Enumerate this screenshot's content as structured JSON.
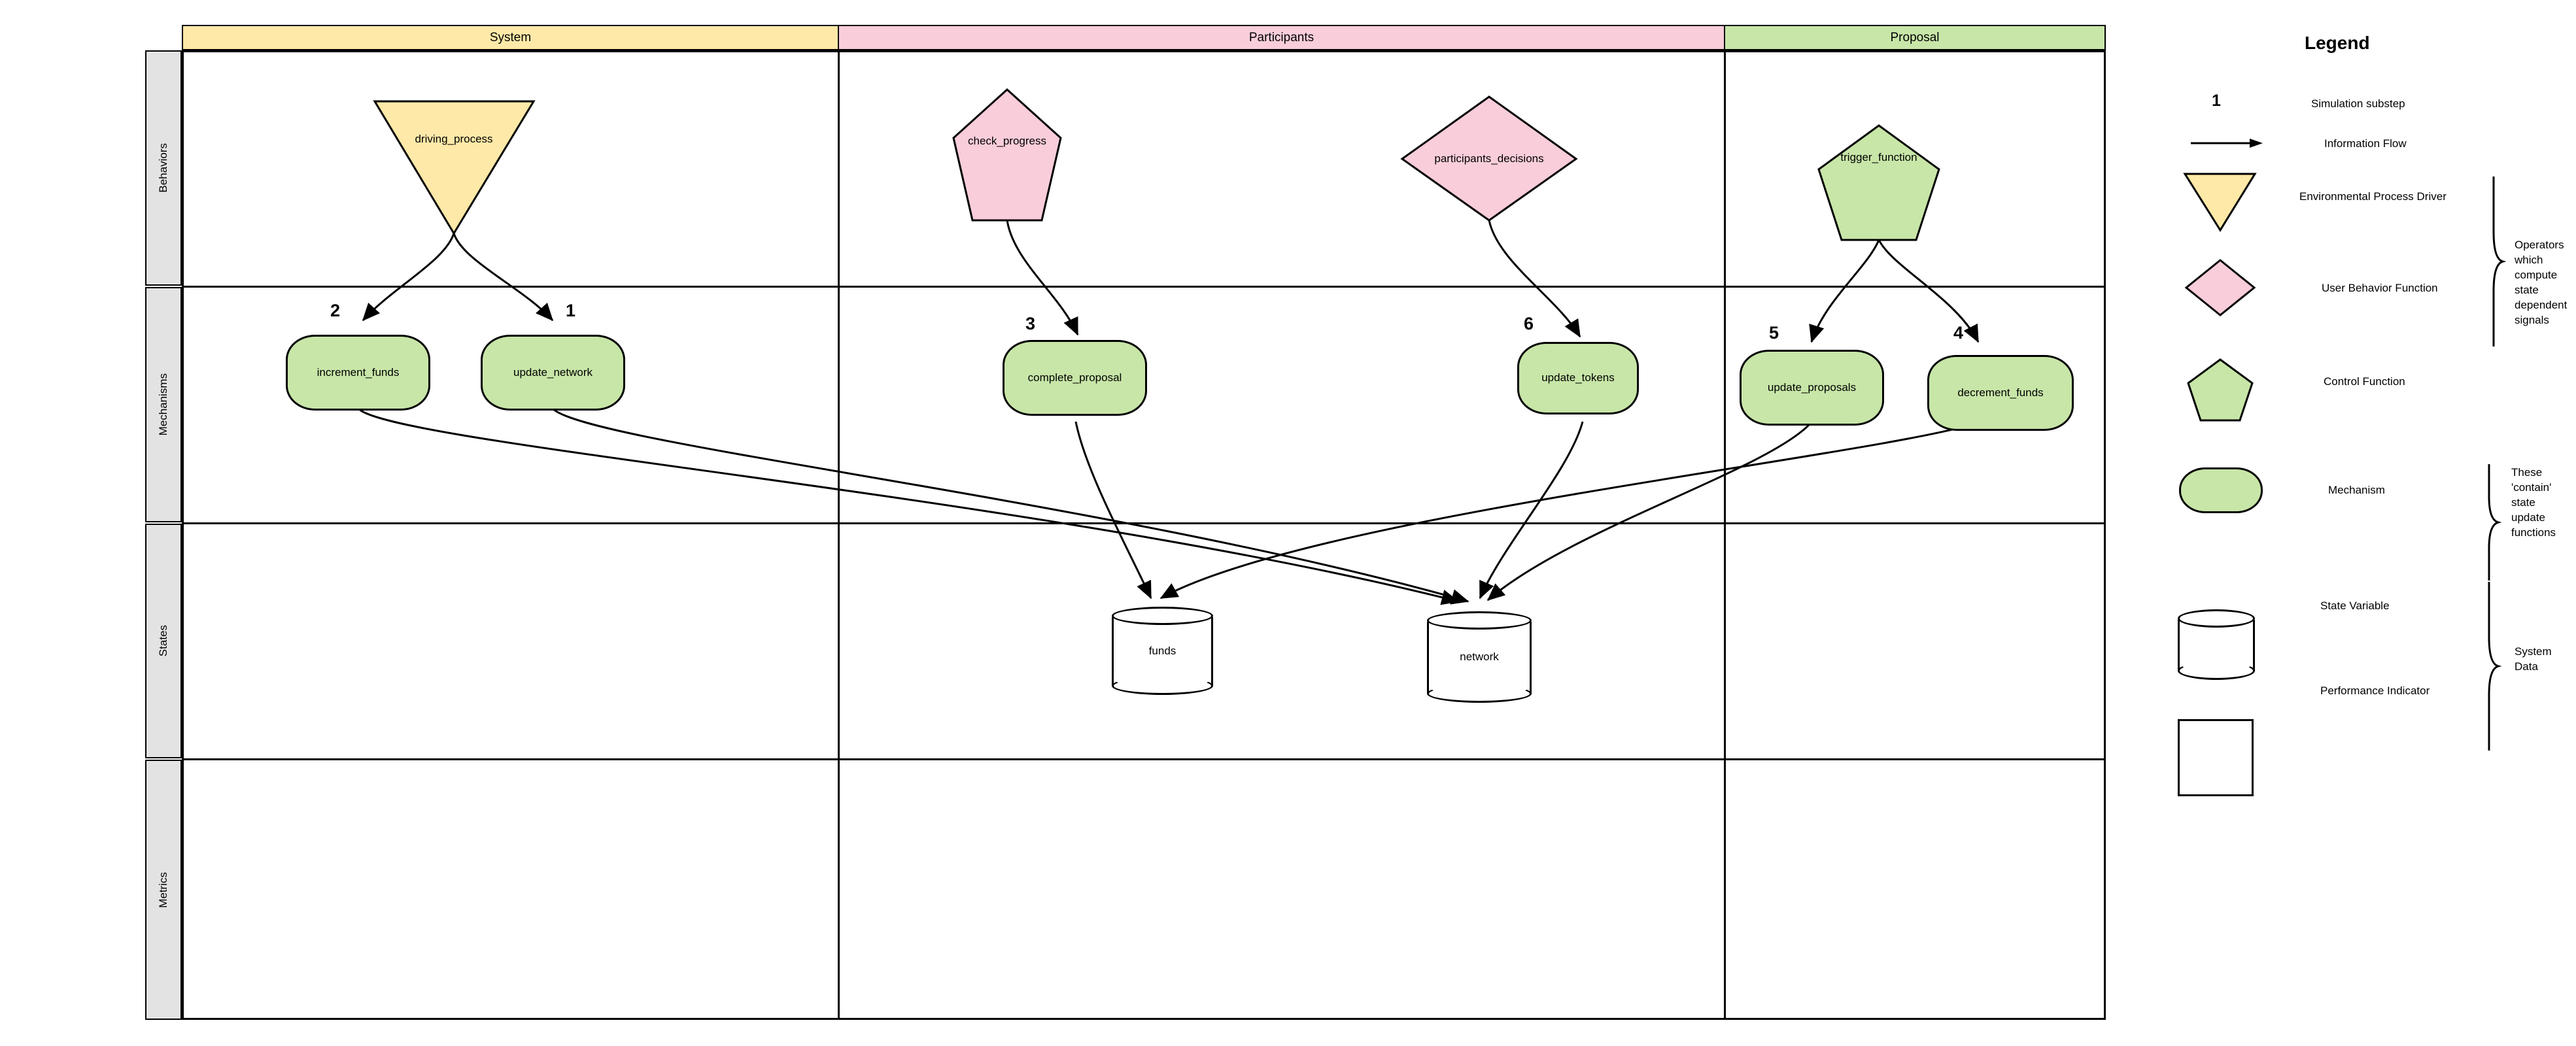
{
  "diagram": {
    "columns": [
      {
        "id": "system",
        "label": "System",
        "color": "#ffe9a8"
      },
      {
        "id": "participants",
        "label": "Participants",
        "color": "#f9cdda"
      },
      {
        "id": "proposal",
        "label": "Proposal",
        "color": "#c8e6a8"
      }
    ],
    "rows": [
      {
        "id": "behaviors",
        "label": "Behaviors"
      },
      {
        "id": "mechanisms",
        "label": "Mechanisms"
      },
      {
        "id": "states",
        "label": "States"
      },
      {
        "id": "metrics",
        "label": "Metrics"
      }
    ],
    "behaviors": [
      {
        "id": "driving-process",
        "label": "driving_process",
        "shape": "triangle-down",
        "color": "#ffe9a8",
        "column": "system"
      },
      {
        "id": "check-progress",
        "label": "check_progress",
        "shape": "pentagon-down",
        "color": "#f9cdda",
        "column": "participants"
      },
      {
        "id": "participants-decisions",
        "label": "participants_decisions",
        "shape": "diamond",
        "color": "#f9cdda",
        "column": "participants"
      },
      {
        "id": "trigger-function",
        "label": "trigger_function",
        "shape": "pentagon",
        "color": "#c8e6a8",
        "column": "proposal"
      }
    ],
    "mechanisms": [
      {
        "id": "increment-funds",
        "label": "increment_funds",
        "step": "2",
        "column": "system"
      },
      {
        "id": "update-network",
        "label": "update_network",
        "step": "1",
        "column": "system"
      },
      {
        "id": "complete-proposal",
        "label": "complete_proposal",
        "step": "3",
        "column": "participants"
      },
      {
        "id": "update-tokens",
        "label": "update_tokens",
        "step": "6",
        "column": "participants"
      },
      {
        "id": "update-proposals",
        "label": "update_proposals",
        "step": "5",
        "column": "proposal"
      },
      {
        "id": "decrement-funds",
        "label": "decrement_funds",
        "step": "4",
        "column": "proposal"
      }
    ],
    "states": [
      {
        "id": "funds",
        "label": "funds",
        "shape": "cylinder"
      },
      {
        "id": "network",
        "label": "network",
        "shape": "cylinder"
      }
    ],
    "metrics": []
  },
  "legend": {
    "title": "Legend",
    "substep_symbol": "1",
    "items": [
      {
        "id": "simulation-substep",
        "label": "Simulation substep",
        "symbol": "number"
      },
      {
        "id": "information-flow",
        "label": "Information Flow",
        "symbol": "arrow"
      },
      {
        "id": "environmental-process-driver",
        "label": "Environmental Process Driver",
        "symbol": "triangle-down",
        "color": "#ffe9a8"
      },
      {
        "id": "user-behavior-function",
        "label": "User Behavior Function",
        "symbol": "diamond",
        "color": "#f9cdda"
      },
      {
        "id": "control-function",
        "label": "Control Function",
        "symbol": "pentagon",
        "color": "#c8e6a8"
      },
      {
        "id": "mechanism",
        "label": "Mechanism",
        "symbol": "mechanism",
        "color": "#c8e6a8"
      },
      {
        "id": "state-variable",
        "label": "State Variable",
        "symbol": "cylinder"
      },
      {
        "id": "performance-indicator",
        "label": "Performance Indicator",
        "symbol": "rectangle"
      }
    ],
    "brace_notes": [
      {
        "id": "operators-note",
        "text": "Operators which compute state dependent signals"
      },
      {
        "id": "mechanism-note",
        "text": "These 'contain' state update functions"
      },
      {
        "id": "system-data-note",
        "text": "System Data"
      }
    ]
  }
}
